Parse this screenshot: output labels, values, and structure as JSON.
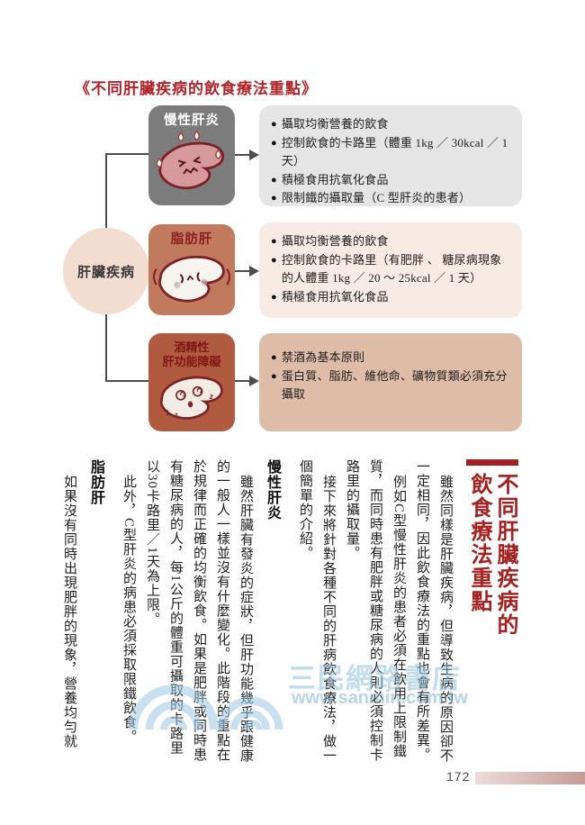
{
  "page": {
    "title": "《不同肝臟疾病的飲食療法重點》",
    "page_number": "172"
  },
  "ui": {
    "bullet": "●"
  },
  "colors": {
    "title_red": "#b0242a",
    "heading_red": "#a32120",
    "connector_gray": "#4d4d4d",
    "root_circle_bg": "#f3ddd0",
    "chronic_box_bg": "#7c7c7c",
    "chronic_panel_bg": "#e5e5e5",
    "fatty_box_bg": "#c27a5e",
    "fatty_panel_bg": "#f8ebe3",
    "alcoholic_box_bg": "#b05a40",
    "alcoholic_panel_bg": "#dfbca8",
    "liver_outline": "#7d2127",
    "footer_bar_gradient": [
      "#eedcd9",
      "#c59b97"
    ],
    "watermark_blue": "#8fc0de"
  },
  "diagram": {
    "root_label": "肝臟疾病",
    "rows": [
      {
        "label": "慢性肝炎",
        "icon": "distressed-sweating-liver",
        "points": [
          "攝取均衡營養的飲食",
          "控制飲食的卡路里（體重 1kg ／ 30kcal ／ 1 天）",
          "積極食用抗氧化食品",
          "限制鐵的攝取量（C 型肝炎的患者）"
        ]
      },
      {
        "label": "脂肪肝",
        "icon": "annoyed-fatty-liver",
        "points": [
          "攝取均衡營養的飲食",
          "控制飲食的卡路里（有肥胖 、 糖尿病現象的人體重 1kg ／ 20 ～ 25kcal ／ 1 天）",
          "積極食用抗氧化食品"
        ]
      },
      {
        "label": "酒精性\n肝功能障礙",
        "icon": "dizzy-drunk-liver",
        "points": [
          "禁酒為基本原則",
          "蛋白質、脂肪、維他命、礦物質類必須充分攝取"
        ]
      }
    ]
  },
  "article": {
    "heading": "不同肝臟疾病的飲食療法重點",
    "intro_paragraphs": [
      "雖然同樣是肝臟疾病，但導致生病的原因卻不一定相同，因此飲食療法的重點也會有所差異。",
      "例如C型慢性肝炎的患者必須在飲用上限制鐵質，而同時患有肥胖或糖尿病的人則必須控制卡路里的攝取量。",
      "接下來將針對各種不同的肝病飲食療法，做一個簡單的介紹。"
    ],
    "sections": [
      {
        "title": "慢性肝炎",
        "paragraphs": [
          "雖然肝臟有發炎的症狀，但肝功能幾乎跟健康的一般人一樣並沒有什麼變化。此階段的重點在於規律而正確的均衡飲食。如果是肥胖或同時患有糖尿病的人，每1公斤的體重可攝取的卡路里以30卡路里／1天為上限。",
          "此外，C型肝炎的病患必須採取限鐵飲食。"
        ]
      },
      {
        "title": "脂肪肝",
        "paragraphs": [
          "如果沒有同時出現肥胖的現象，營養均勻就"
        ]
      }
    ]
  },
  "watermark": {
    "store_name": "三民網路書店",
    "url": "www.sanmin.com.tw"
  }
}
